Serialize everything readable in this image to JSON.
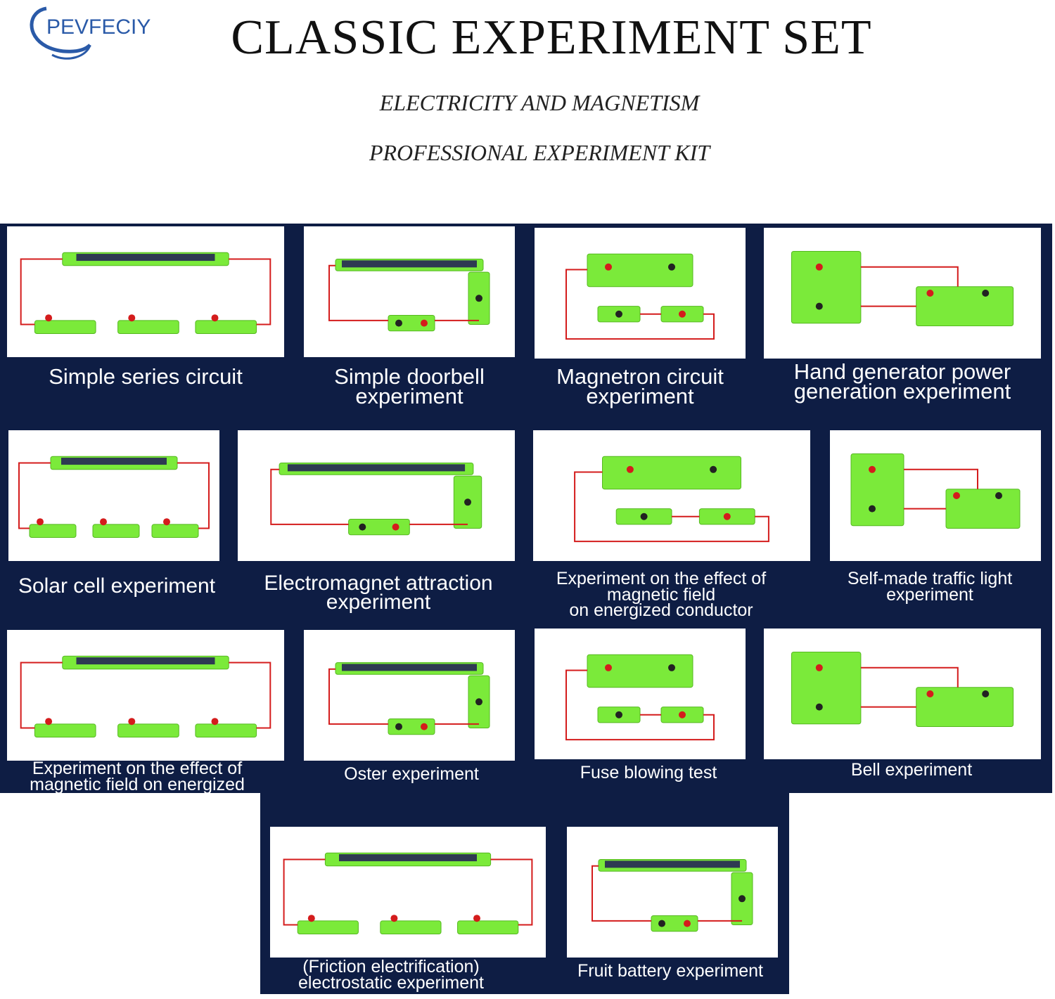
{
  "brand": {
    "logo_text": "PEVFECIY"
  },
  "header": {
    "title": "CLASSIC EXPERIMENT SET",
    "subtitle_1": "ELECTRICITY AND MAGNETISM",
    "subtitle_2": "PROFESSIONAL EXPERIMENT KIT"
  },
  "experiments": [
    {
      "lines": [
        "Simple series circuit"
      ]
    },
    {
      "lines": [
        "Simple doorbell",
        "experiment"
      ]
    },
    {
      "lines": [
        "Magnetron circuit",
        "experiment"
      ]
    },
    {
      "lines": [
        "Hand generator power",
        "generation experiment"
      ]
    },
    {
      "lines": [
        "Solar cell experiment"
      ]
    },
    {
      "lines": [
        "Electromagnet attraction",
        "experiment"
      ]
    },
    {
      "lines": [
        "Experiment on the effect of",
        "magnetic field",
        "on energized conductor"
      ]
    },
    {
      "lines": [
        "Self-made traffic light",
        "experiment"
      ]
    },
    {
      "lines": [
        "Experiment on the effect of",
        "magnetic field on energized"
      ]
    },
    {
      "lines": [
        "Oster experiment"
      ]
    },
    {
      "lines": [
        "Fuse blowing test"
      ]
    },
    {
      "lines": [
        "Bell experiment"
      ]
    },
    {
      "lines": [
        "(Friction electrification)",
        "electrostatic experiment"
      ]
    },
    {
      "lines": [
        "Fruit battery experiment"
      ]
    }
  ],
  "colors": {
    "band": "#0e1d44",
    "kit_green": "#7bea3a",
    "wire_red": "#d41c1c",
    "logo_blue": "#2a5aa8"
  }
}
